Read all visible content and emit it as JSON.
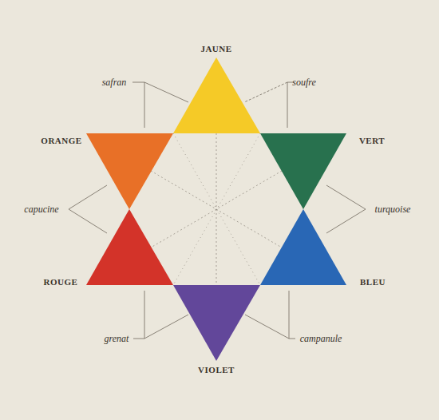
{
  "diagram": {
    "nodes": [
      {
        "text": [
          "JAUNE"
        ]
      },
      {
        "text": [
          "ORANGE"
        ]
      },
      {
        "text": [
          "VERT"
        ]
      },
      {
        "text": [
          "ROUGE"
        ]
      },
      {
        "text": [
          "BLEU"
        ]
      },
      {
        "text": [
          "VIOLET"
        ]
      }
    ],
    "labels": [
      "safran",
      "soufre",
      "capucine",
      "turquoise",
      "grenat",
      "campanule"
    ]
  }
}
